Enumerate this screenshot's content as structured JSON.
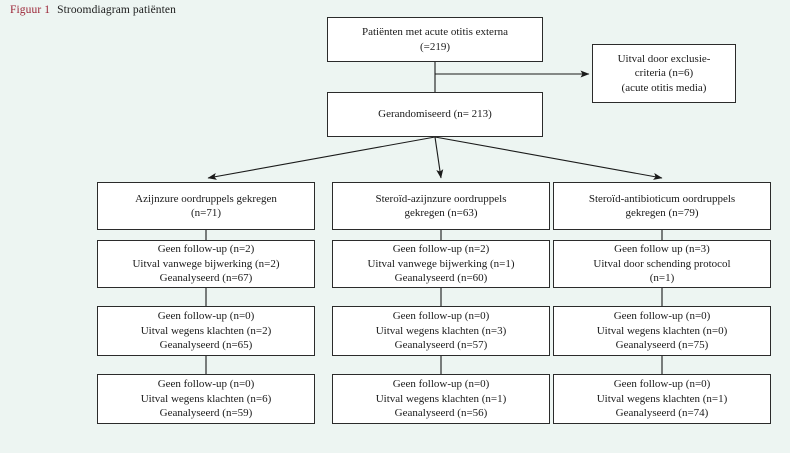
{
  "caption": {
    "figure_label": "Figuur 1",
    "title": "Stroomdiagram patiënten",
    "label_color": "#9b2335"
  },
  "colors": {
    "background": "#edf5f2",
    "node_fill": "#ffffff",
    "stroke": "#2b2b2b",
    "text": "#1a1a1a"
  },
  "flowchart": {
    "type": "flow-diagram",
    "enrolled": {
      "line1": "Patiënten met acute otitis externa",
      "line2": "(=219)"
    },
    "excluded": {
      "line1": "Uitval door exclusie-",
      "line2": "criteria (n=6)",
      "line3": "(acute otitis media)"
    },
    "randomized": {
      "line1": "Gerandomiseerd (n= 213)"
    },
    "arms": [
      {
        "id": "arm-a",
        "header": {
          "line1": "Azijnzure oordruppels gekregen",
          "line2": "(n=71)"
        },
        "steps": [
          {
            "id": "a1",
            "line1": "Geen follow-up (n=2)",
            "line2": "Uitval vanwege bijwerking (n=2)",
            "line3": "Geanalyseerd (n=67)"
          },
          {
            "id": "a2",
            "line1": "Geen follow-up (n=0)",
            "line2": "Uitval wegens klachten (n=2)",
            "line3": "Geanalyseerd (n=65)"
          },
          {
            "id": "a3",
            "line1": "Geen follow-up (n=0)",
            "line2": "Uitval wegens klachten (n=6)",
            "line3": "Geanalyseerd (n=59)"
          }
        ]
      },
      {
        "id": "arm-b",
        "header": {
          "line1": "Steroïd-azijnzure oordruppels",
          "line2": "gekregen (n=63)"
        },
        "steps": [
          {
            "id": "b1",
            "line1": "Geen follow-up (n=2)",
            "line2": "Uitval vanwege bijwerking (n=1)",
            "line3": "Geanalyseerd (n=60)"
          },
          {
            "id": "b2",
            "line1": "Geen follow-up (n=0)",
            "line2": "Uitval wegens klachten (n=3)",
            "line3": "Geanalyseerd (n=57)"
          },
          {
            "id": "b3",
            "line1": "Geen follow-up (n=0)",
            "line2": "Uitval wegens klachten (n=1)",
            "line3": "Geanalyseerd (n=56)"
          }
        ]
      },
      {
        "id": "arm-c",
        "header": {
          "line1": "Steroïd-antibioticum oordruppels",
          "line2": "gekregen (n=79)"
        },
        "steps": [
          {
            "id": "c1",
            "line1": "Geen follow up (n=3)",
            "line2": "Uitval door schending protocol",
            "line3": "(n=1)"
          },
          {
            "id": "c2",
            "line1": "Geen follow-up (n=0)",
            "line2": "Uitval wegens klachten (n=0)",
            "line3": "Geanalyseerd (n=75)"
          },
          {
            "id": "c3",
            "line1": "Geen follow-up (n=0)",
            "line2": "Uitval wegens klachten (n=1)",
            "line3": "Geanalyseerd (n=74)"
          }
        ]
      }
    ]
  }
}
